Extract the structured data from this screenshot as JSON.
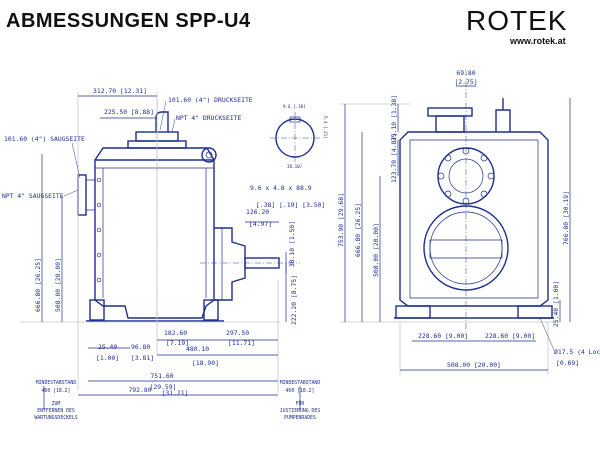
{
  "header": {
    "title": "ABMESSUNGEN SPP-U4",
    "logo_text": "ROTEK",
    "website": "www.rotek.at"
  },
  "side_view": {
    "dim_312_70": "312.70",
    "dim_312_70_in": "[12.31]",
    "dim_225_50": "225.50",
    "dim_225_50_in": "[8.88]",
    "label_druckseite": "101.60 (4\") DRUCKSEITE",
    "label_npt_druck": "NPT 4\" DRUCKSEITE",
    "label_saugseite": "101.60 (4\") SAUGSEITE",
    "label_npt_saug": "NPT 4\" SAUGSEITE",
    "dim_666_80": "666.80",
    "dim_666_80_in": "[26.25]",
    "dim_508_00": "508.00",
    "dim_508_00_in": "[20.00]",
    "dim_126_20": "126.20",
    "dim_126_20_in": "[4.97]",
    "dim_38_10": "38.10",
    "dim_38_10_in": "[1.50]",
    "dim_222_20": "222.20",
    "dim_222_20_in": "[8.75]",
    "keyway": "9.6 x 4.8 x 88.9",
    "keyway_in": "[.38] [.19] [3.50]",
    "dim_25_40": "25.40",
    "dim_25_40_in": "[1.00]",
    "dim_96_80": "96.80",
    "dim_96_80_in": "[3.81]",
    "dim_182_60": "182.60",
    "dim_182_60_in": "[7.19]",
    "dim_297_50": "297.50",
    "dim_297_50_in": "[11.71]",
    "dim_480_10": "480.10",
    "dim_480_10_in": "[18.90]",
    "dim_751_60": "751.60",
    "dim_751_60_in": "[29.59]",
    "dim_792_80": "792.80",
    "dim_792_80_in": "[31.21]"
  },
  "shaft_detail": {
    "dim_9_6": "9.6 [.38]",
    "dim_5_4": "5.4 [.21]",
    "dim_38_10": "38.10/"
  },
  "notes": {
    "left_clearance_title": "MINDESTABSTAND",
    "left_clearance_value": "460 [18.2]",
    "left_clearance_desc": [
      "ZUM",
      "ENTFERNEN DES",
      "WARTUNGSDECKELS"
    ],
    "right_clearance_title": "MINDESTABSTAND",
    "right_clearance_value": "460 [18.2]",
    "right_clearance_desc": [
      "FÜR",
      "JUSTIERUNG DES",
      "PUMPENRADES"
    ]
  },
  "front_view": {
    "dim_69_80": "69.80",
    "dim_69_80_in": "[2.75]",
    "dim_35_10": "35.10",
    "dim_35_10_in": "[1.38]",
    "dim_123_70": "123.70",
    "dim_123_70_in": "[4.87]",
    "dim_753_90": "753.90",
    "dim_753_90_in": "[29.68]",
    "dim_666_80": "666.80",
    "dim_666_80_in": "[26.25]",
    "dim_508_00": "508.00",
    "dim_508_00_in": "[20.00]",
    "dim_766_80": "766.80",
    "dim_766_80_in": "[30.19]",
    "dim_25_40": "25.40",
    "dim_25_40_in": "[1.00]",
    "dim_228_60_a": "228.60",
    "dim_228_60_a_in": "[9.00]",
    "dim_228_60_b": "228.60",
    "dim_228_60_b_in": "[9.00]",
    "dim_508_00_w": "508.00",
    "dim_508_00_w_in": "[20.00]",
    "holes": "Ø17.5 (4 Loch)",
    "holes_in": "[0.69]"
  },
  "colors": {
    "ink": "#1f2f8f",
    "title": "#111111",
    "extension": "#c8c8c8"
  }
}
